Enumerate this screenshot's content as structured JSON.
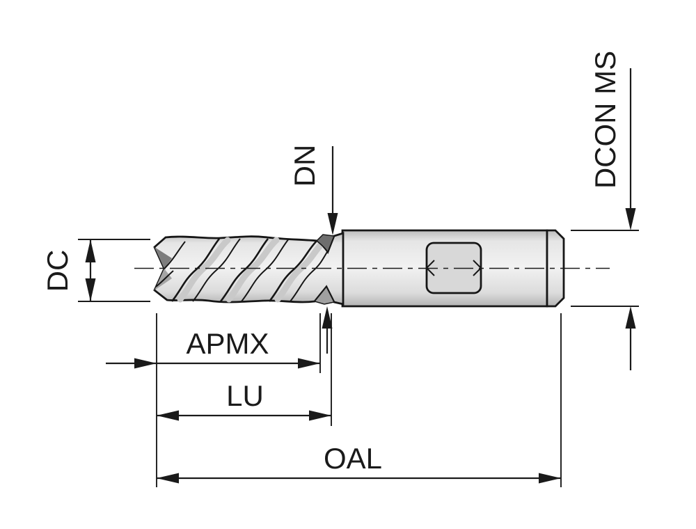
{
  "labels": {
    "dc": "DC",
    "dn": "DN",
    "dcon_ms": "DCON MS",
    "apmx": "APMX",
    "lu": "LU",
    "oal": "OAL"
  },
  "colors": {
    "background": "#ffffff",
    "line": "#1a1a1a",
    "tool_fill_light": "#f2f2f2",
    "tool_fill_dark": "#bcbcbc"
  }
}
